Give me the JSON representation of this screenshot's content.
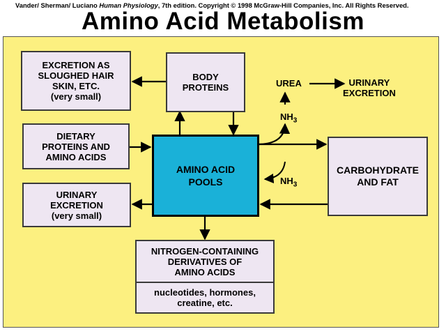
{
  "credit": {
    "authors": "Vander/ Sherman/ Luciano ",
    "book": "Human Physiology",
    "rest": ", 7th edition. Copyright © 1998 McGraw-Hill Companies, Inc. All Rights Reserved."
  },
  "title": "Amino Acid Metabolism",
  "boxes": {
    "excretion_sloughed": [
      "EXCRETION AS",
      "SLOUGHED HAIR",
      "SKIN, ETC.",
      "(very small)"
    ],
    "body_proteins": [
      "BODY",
      "PROTEINS"
    ],
    "dietary": [
      "DIETARY",
      "PROTEINS AND",
      "AMINO ACIDS"
    ],
    "urinary_small": [
      "URINARY",
      "EXCRETION",
      "(very small)"
    ],
    "pools": [
      "AMINO ACID",
      "POOLS"
    ],
    "carb_fat": [
      "CARBOHYDRATE",
      "AND FAT"
    ],
    "nitrogen": [
      "NITROGEN-CONTAINING",
      "DERIVATIVES OF",
      "AMINO ACIDS"
    ],
    "nitrogen_examples": [
      "nucleotides, hormones,",
      "creatine, etc."
    ]
  },
  "labels": {
    "urea": "UREA",
    "urinary_excretion": [
      "URINARY",
      "EXCRETION"
    ],
    "nh3_top": "NH",
    "nh3_top_sub": "3",
    "nh3_bottom": "NH",
    "nh3_bottom_sub": "3"
  }
}
